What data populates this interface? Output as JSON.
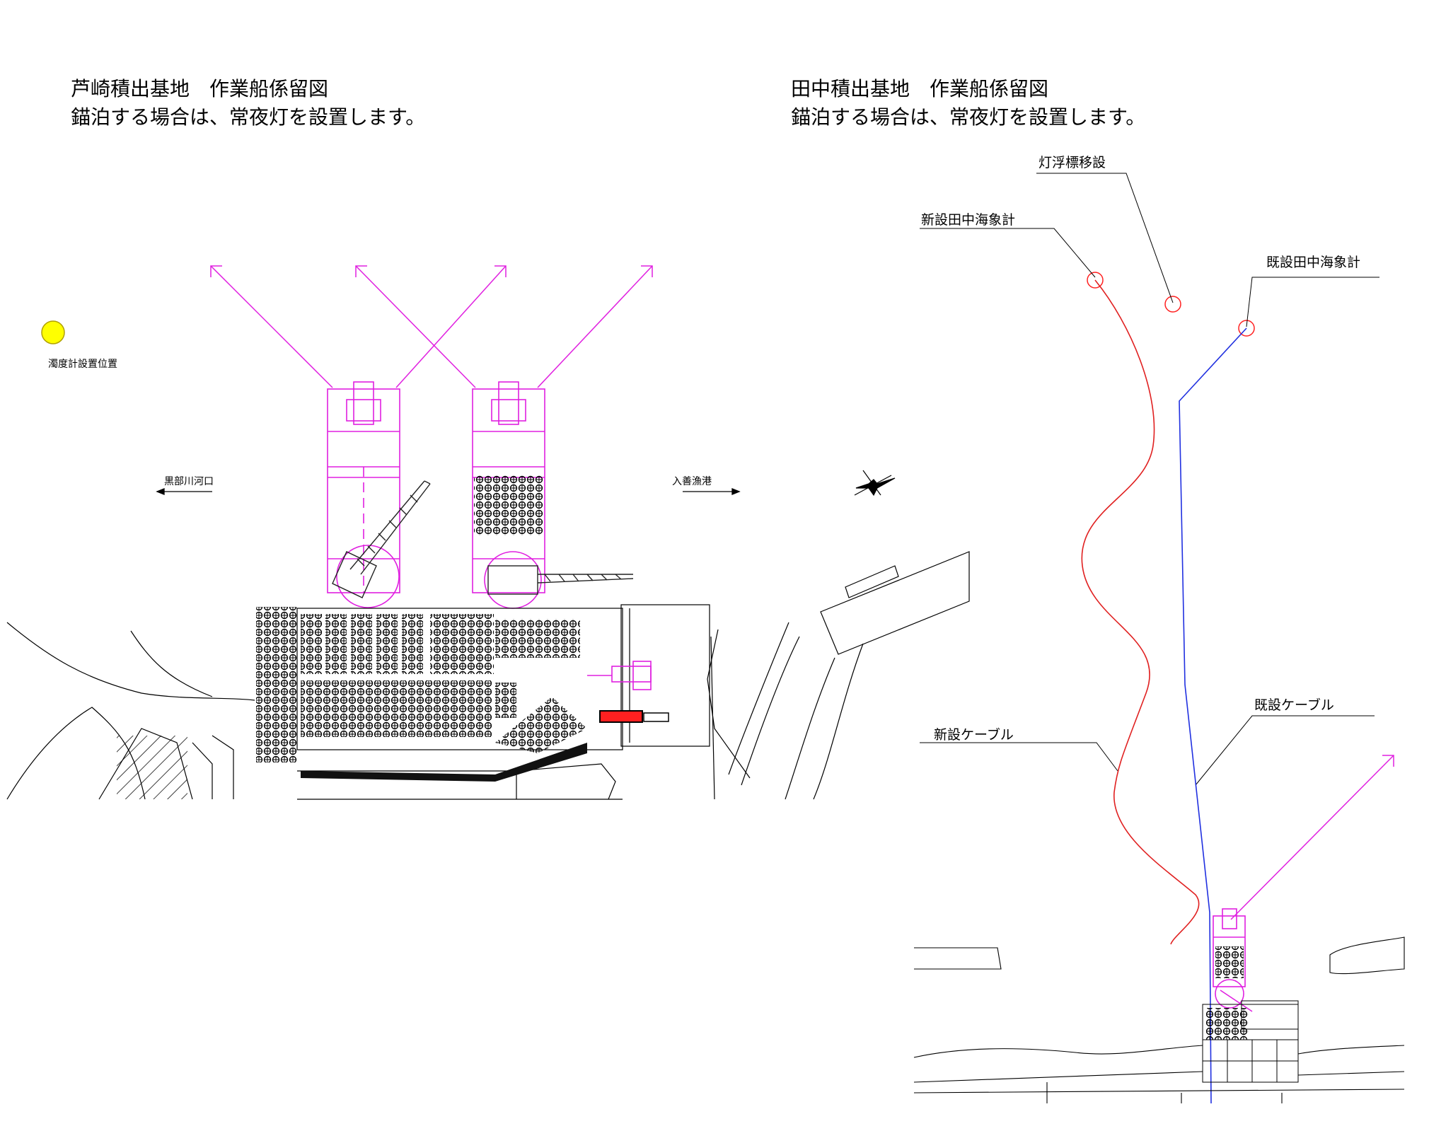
{
  "left_panel": {
    "title_line1": "芦崎積出基地　作業船係留図",
    "title_line2": "錨泊する場合は、常夜灯を設置します。",
    "turbidity_meter_label": "濁度計設置位置",
    "arrow_west_label": "黒部川河口",
    "arrow_east_label": "入善漁港",
    "turbidity_marker_color": "#ffff00"
  },
  "right_panel": {
    "title_line1": "田中積出基地　作業船係留図",
    "title_line2": "錨泊する場合は、常夜灯を設置します。",
    "light_buoy_label": "灯浮標移設",
    "new_gauge_label": "新設田中海象計",
    "existing_gauge_label": "既設田中海象計",
    "new_cable_label": "新設ケーブル",
    "existing_cable_label": "既設ケーブル",
    "new_cable_color": "#e02020",
    "existing_cable_color": "#2030e0"
  },
  "colors": {
    "vessel": "#e020e0",
    "blocks_red": "#ff2020",
    "blocks_blue": "#3030d0",
    "blocks_cyan": "#30d0d0",
    "blocks_orange": "#f06030",
    "blocks_black": "#202020"
  }
}
